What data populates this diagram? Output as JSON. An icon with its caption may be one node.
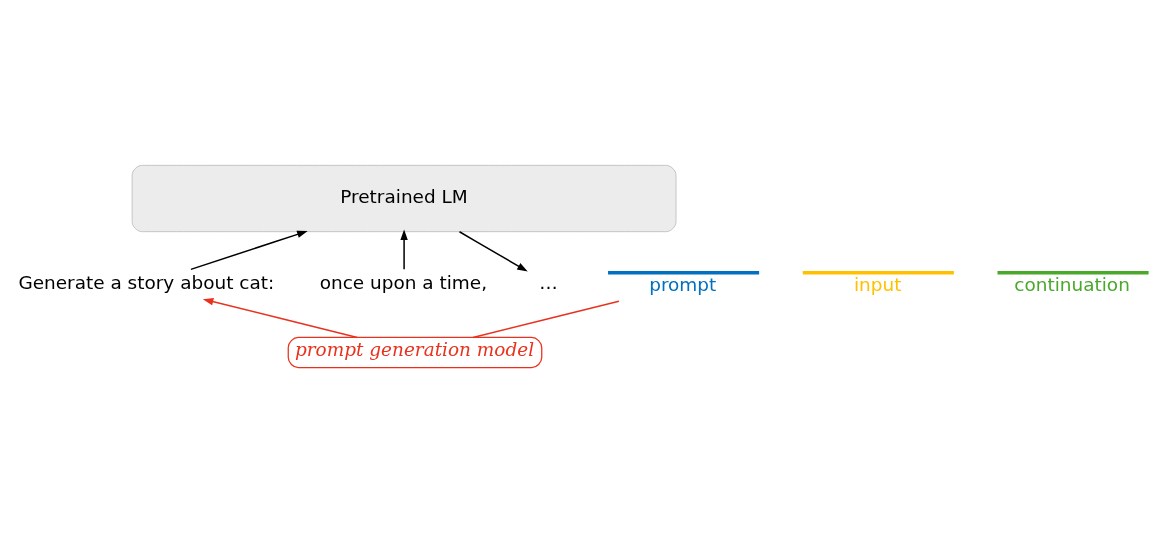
{
  "diagram": {
    "nodes": [
      {
        "text": [
          "Pretrained LM"
        ]
      },
      {
        "text": [
          "Generate a story about cat:"
        ]
      },
      {
        "text": [
          "once upon a time,"
        ]
      },
      {
        "text": [
          "…"
        ]
      },
      {
        "text": [
          "prompt"
        ]
      },
      {
        "text": [
          "input"
        ]
      },
      {
        "text": [
          "continuation"
        ]
      },
      {
        "text": [
          "prompt generation model"
        ]
      }
    ],
    "edges": [
      {
        "from": 1,
        "to": 0,
        "arrow": "to"
      },
      {
        "from": 2,
        "to": 0,
        "arrow": "to"
      },
      {
        "from": 0,
        "to": 3,
        "arrow": "to"
      },
      {
        "from": 7,
        "to": 4,
        "arrow": "none",
        "color": "#e8321e"
      },
      {
        "from": 7,
        "to": 1,
        "arrow": "to",
        "color": "#e8321e"
      }
    ]
  }
}
